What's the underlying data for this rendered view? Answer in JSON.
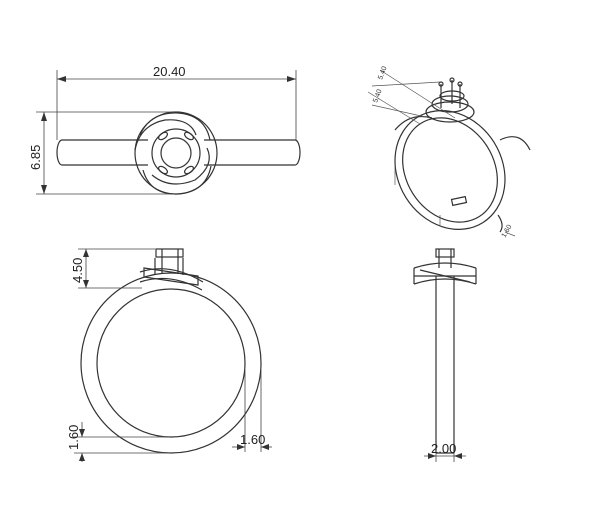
{
  "dimensions": {
    "ring_width": "20.40",
    "head_height": "6.85",
    "prong_height": "4.50",
    "shank_thickness_bottom": "1.60",
    "shank_thickness_side": "1.60",
    "shank_width": "2.00",
    "iso_label_1": "5.40",
    "iso_label_2": "5.40",
    "iso_label_3": "1.60"
  }
}
